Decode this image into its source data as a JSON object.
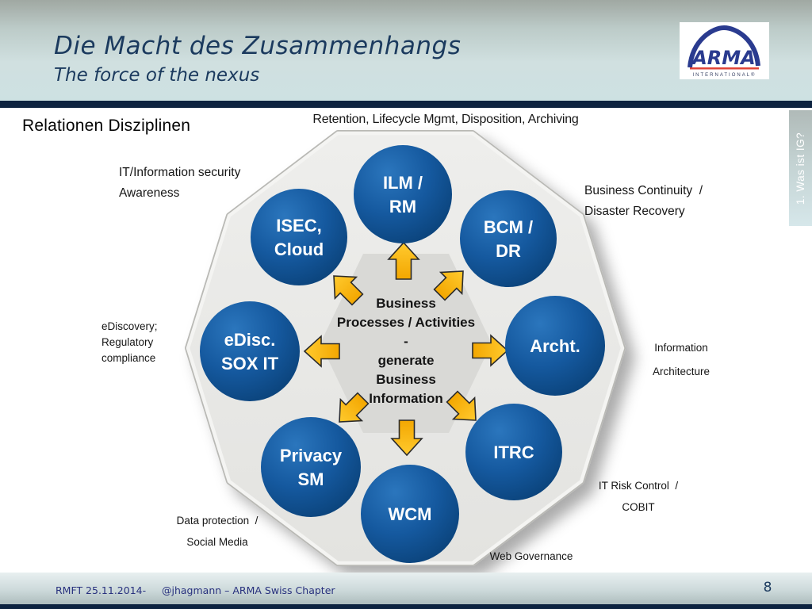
{
  "header": {
    "title": "Die Macht des Zusammenhangs",
    "subtitle": "The force of the nexus",
    "logo": {
      "name": "ARMA",
      "subtitle": "INTERNATIONAL®"
    }
  },
  "side_tab": {
    "label": "1. Was ist IG?"
  },
  "slide": {
    "heading": "Relationen Disziplinen",
    "top_label": "Retention, Lifecycle Mgmt, Disposition, Archiving",
    "center_lines": [
      "Business",
      "Processes / Activities",
      "-",
      "generate",
      "Business",
      "Information"
    ],
    "nodes": {
      "ilm": {
        "line1": "ILM /",
        "line2": "RM"
      },
      "isec": {
        "line1": "ISEC,",
        "line2": "Cloud"
      },
      "bcm": {
        "line1": "BCM /",
        "line2": "DR"
      },
      "edisc": {
        "line1": "eDisc.",
        "line2": "SOX IT"
      },
      "archt": {
        "line1": "Archt."
      },
      "privacy": {
        "line1": "Privacy",
        "line2": "SM"
      },
      "itrc": {
        "line1": "ITRC"
      },
      "wcm": {
        "line1": "WCM"
      }
    },
    "labels": {
      "security": {
        "line1": "IT/Information security",
        "line2": "Awareness"
      },
      "continuity": {
        "line1": "Business Continuity  /",
        "line2": "Disaster Recovery"
      },
      "ediscovery": {
        "line1": "eDiscovery;",
        "line2": "Regulatory",
        "line3": "compliance"
      },
      "architecture": {
        "line1": "Information",
        "line2": "Architecture"
      },
      "risk": {
        "line1": "IT Risk Control  /",
        "line2": "COBIT"
      },
      "dataprotection": {
        "line1": "Data protection  /",
        "line2": "Social Media"
      },
      "webgov": {
        "line1": "Web Governance"
      }
    }
  },
  "footer": {
    "event": "RMFT 25.11.2014-",
    "author": "@jhagmann – ARMA Swiss Chapter",
    "page": "8"
  },
  "colors": {
    "circle_blue": "#135A9E",
    "arrow_gold": "#FCB514",
    "navy_bar": "#0D2340",
    "title_navy": "#1B3A5E",
    "decagon_gray": "#E9E9E6",
    "hexagon_gray": "#D9D9D6",
    "logo_navy": "#2A3B8F",
    "logo_red": "#E04438"
  }
}
